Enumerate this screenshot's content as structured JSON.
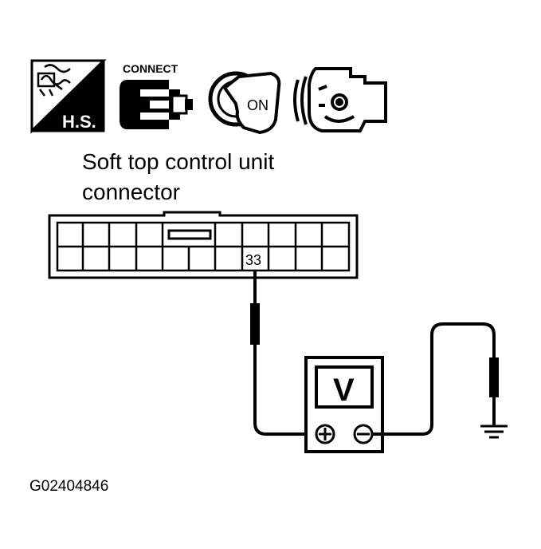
{
  "icons": {
    "harness_label": "H.S.",
    "connect_label": "CONNECT",
    "ignition_label": "ON"
  },
  "connector": {
    "title_line1": "Soft top control unit",
    "title_line2": "connector",
    "terminal_label": "33"
  },
  "meter": {
    "mode_label": "V",
    "positive_symbol": "+",
    "negative_symbol": "−"
  },
  "figure_id": "G02404846",
  "colors": {
    "ink": "#000000",
    "paper": "#ffffff"
  }
}
